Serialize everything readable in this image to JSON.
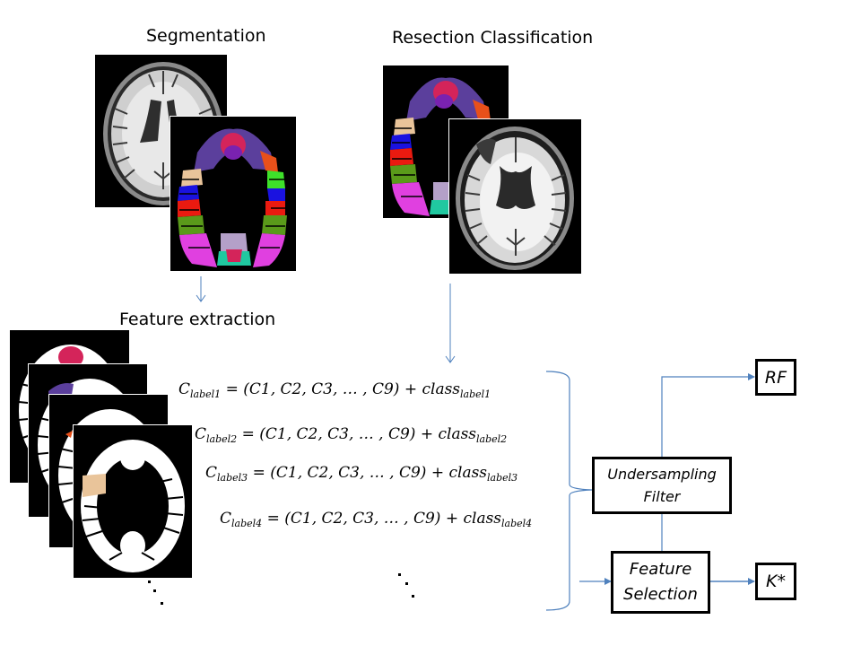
{
  "sections": {
    "segmentation": "Segmentation",
    "resection_classification": "Resection Classification",
    "feature_extraction": "Feature extraction"
  },
  "equations": [
    {
      "lhs": "C",
      "lhs_sub": "label1",
      "rhs": "(C1, C2, C3, … , C9) + ",
      "cls": "class",
      "cls_sub": "label1"
    },
    {
      "lhs": "C",
      "lhs_sub": "label2",
      "rhs": "(C1, C2, C3, … , C9) + ",
      "cls": "class",
      "cls_sub": "label2"
    },
    {
      "lhs": "C",
      "lhs_sub": "label3",
      "rhs": "(C1, C2, C3, … , C9) + ",
      "cls": "class",
      "cls_sub": "label3"
    },
    {
      "lhs": "C",
      "lhs_sub": "label4",
      "rhs": "(C1, C2, C3, … , C9) + ",
      "cls": "class",
      "cls_sub": "label4"
    }
  ],
  "equals": "=",
  "boxes": {
    "undersampling_filter": {
      "line1": "Undersampling",
      "line2": "Filter"
    },
    "feature_selection": {
      "line1": "Feature",
      "line2": "Selection"
    },
    "rf": "RF",
    "kstar": "K*"
  },
  "colors": {
    "arrow": "#4f81bd",
    "box_border": "#000000",
    "seg_purple": "#5b3f9c",
    "seg_crimson": "#d4245a",
    "seg_orange": "#e8501a",
    "seg_tan": "#e9c49a",
    "seg_blue": "#1a12e0",
    "seg_red": "#ea1a10",
    "seg_green": "#5a9a1a",
    "seg_lime": "#3ee02a",
    "seg_magenta": "#e040e0",
    "seg_teal": "#20c8a0",
    "seg_lavender": "#b4a0c8"
  }
}
